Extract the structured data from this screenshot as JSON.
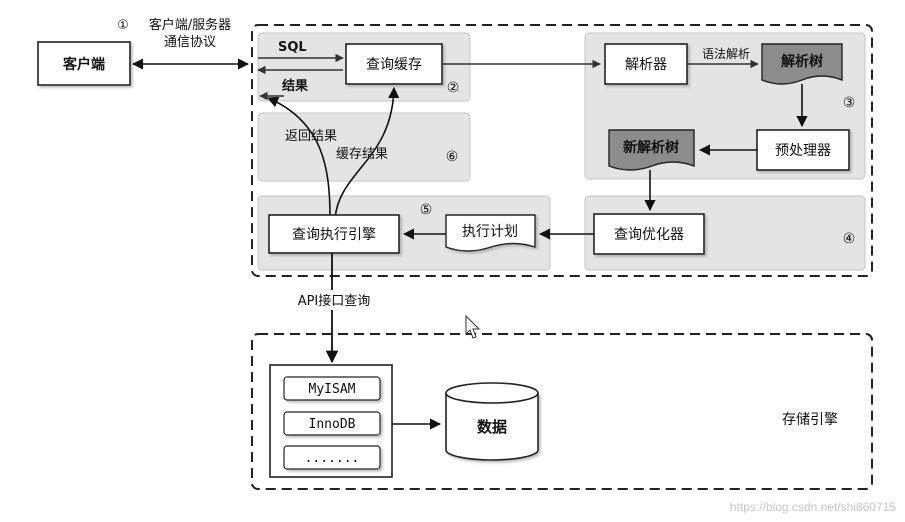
{
  "client": {
    "label": "客户端",
    "protocol_number": "①",
    "protocol_line1": "客户端/服务器",
    "protocol_line2": "通信协议"
  },
  "cache_section": {
    "sql_label": "SQL",
    "cache_box": "查询缓存",
    "result_label": "结果",
    "number": "②"
  },
  "parse_section": {
    "parser_box": "解析器",
    "grammar_label": "语法解析",
    "parse_tree": "解析树",
    "preprocessor_box": "预处理器",
    "new_parse_tree": "新解析树",
    "number": "③"
  },
  "return_section": {
    "return_result": "返回结果",
    "cache_result": "缓存结果",
    "number": "⑥"
  },
  "optimizer_section": {
    "optimizer_box": "查询优化器",
    "number": "④"
  },
  "execution_section": {
    "engine_box": "查询执行引擎",
    "plan_doc": "执行计划",
    "number": "⑤"
  },
  "api_label": "API接口查询",
  "storage": {
    "engines": [
      "MyISAM",
      "InnoDB",
      "......."
    ],
    "data_label": "数据",
    "section_label": "存储引擎"
  },
  "watermark": "https://blog.csdn.net/shi860715"
}
